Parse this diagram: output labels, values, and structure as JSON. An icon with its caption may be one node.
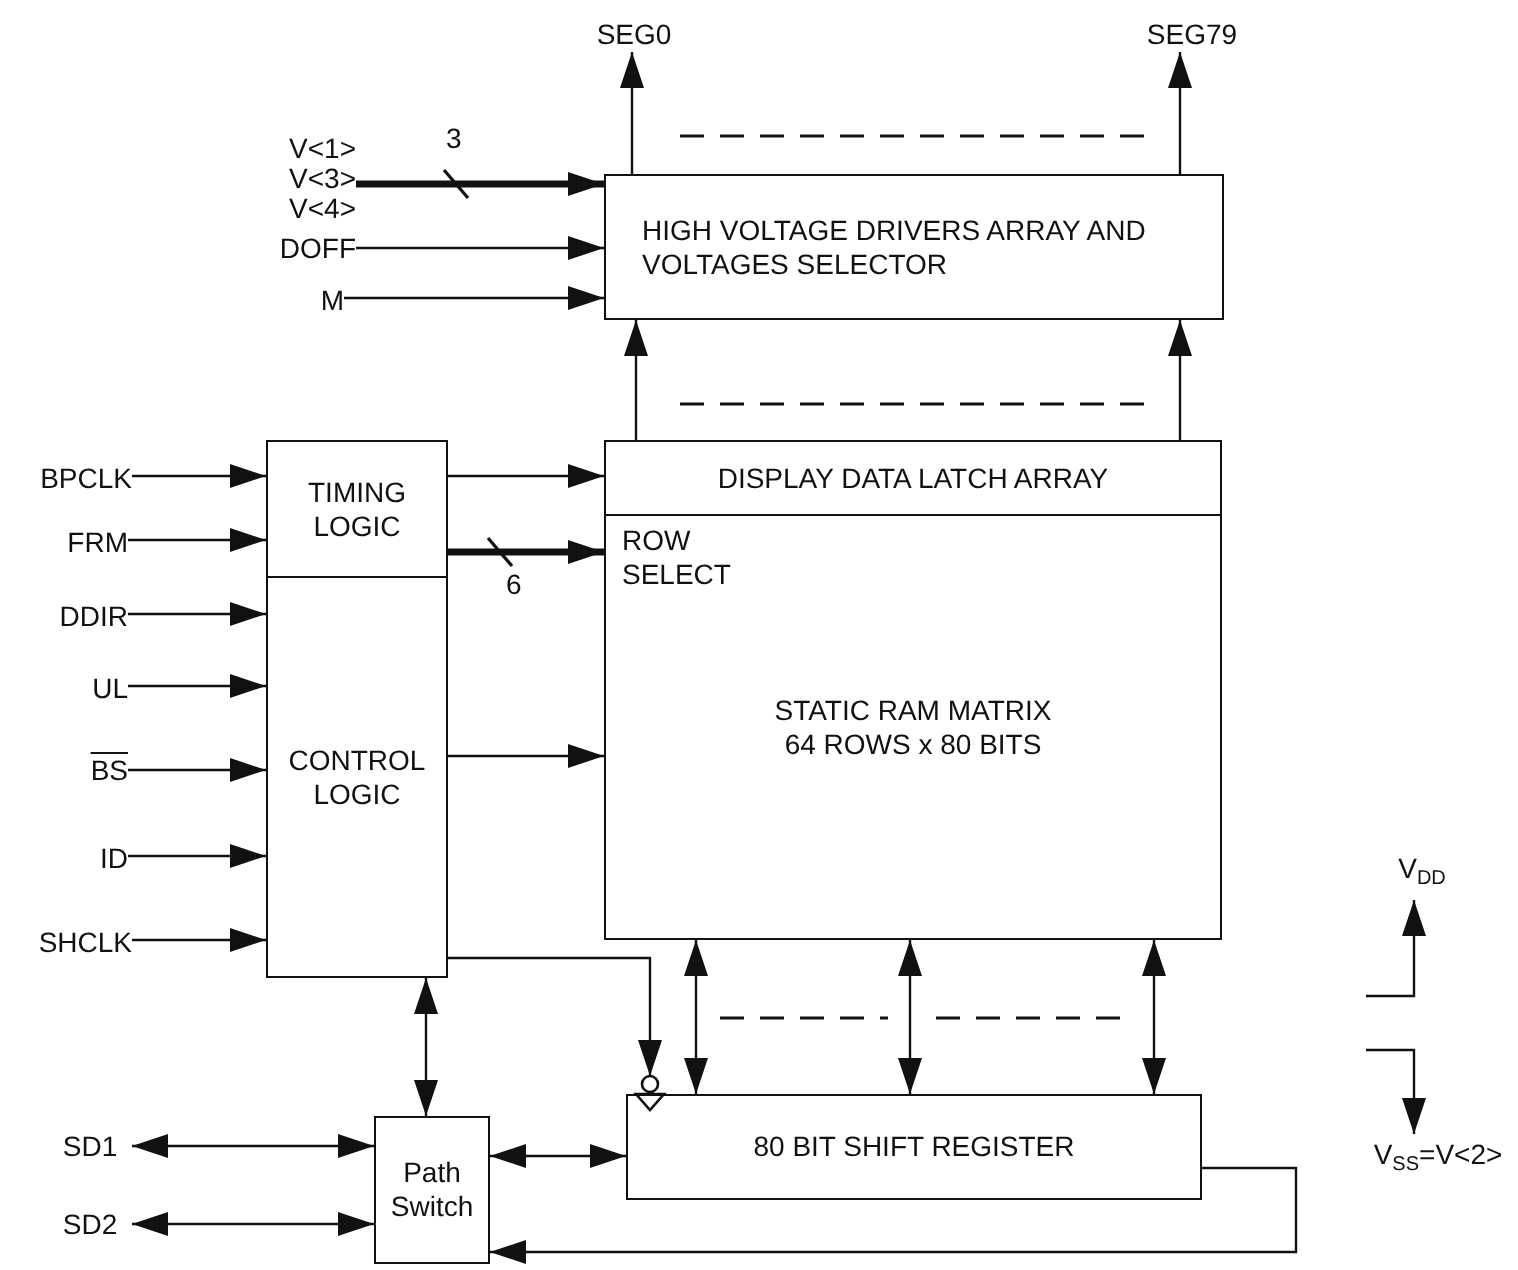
{
  "diagram": {
    "nodes": [
      {
        "text": [
          "SEG0"
        ]
      },
      {
        "text": [
          "SEG79"
        ]
      },
      {
        "text": [
          "V<1>",
          "V<3>",
          "V<4>"
        ]
      },
      {
        "text": [
          "DOFF"
        ]
      },
      {
        "text": [
          "M"
        ]
      },
      {
        "text": [
          "HIGH VOLTAGE DRIVERS ARRAY AND VOLTAGES SELECTOR"
        ]
      },
      {
        "text": [
          "BPCLK"
        ]
      },
      {
        "text": [
          "FRM"
        ]
      },
      {
        "text": [
          "DDIR"
        ]
      },
      {
        "text": [
          "UL"
        ]
      },
      {
        "text": [
          "BS"
        ]
      },
      {
        "text": [
          "ID"
        ]
      },
      {
        "text": [
          "SHCLK"
        ]
      },
      {
        "text": [
          "TIMING LOGIC"
        ]
      },
      {
        "text": [
          "CONTROL LOGIC"
        ]
      },
      {
        "text": [
          "DISPLAY DATA LATCH ARRAY"
        ]
      },
      {
        "text": [
          "ROW SELECT",
          "STATIC RAM MATRIX 64 ROWS x 80 BITS"
        ]
      },
      {
        "text": [
          "80 BIT SHIFT REGISTER"
        ]
      },
      {
        "text": [
          "SD1"
        ]
      },
      {
        "text": [
          "SD2"
        ]
      },
      {
        "text": [
          "Path Switch"
        ]
      },
      {
        "text": [
          "V$_{DD}$"
        ]
      },
      {
        "text": [
          "V$_{SS}$=V<2>"
        ]
      }
    ],
    "edges": [
      {
        "from": 5,
        "to": 0,
        "arrow": "to"
      },
      {
        "from": 5,
        "to": 1,
        "arrow": "to"
      },
      {
        "from": 2,
        "to": 5,
        "arrow": "to",
        "label": "3",
        "style": "thick"
      },
      {
        "from": 3,
        "to": 5,
        "arrow": "to"
      },
      {
        "from": 4,
        "to": 5,
        "arrow": "to"
      },
      {
        "from": 15,
        "to": 5,
        "arrow": "to"
      },
      {
        "from": 15,
        "to": 5,
        "arrow": "to"
      },
      {
        "from": 6,
        "to": 13,
        "arrow": "to"
      },
      {
        "from": 7,
        "to": 13,
        "arrow": "to"
      },
      {
        "from": 8,
        "to": 14,
        "arrow": "to"
      },
      {
        "from": 9,
        "to": 14,
        "arrow": "to"
      },
      {
        "from": 10,
        "to": 14,
        "arrow": "to"
      },
      {
        "from": 11,
        "to": 14,
        "arrow": "to"
      },
      {
        "from": 12,
        "to": 14,
        "arrow": "to"
      },
      {
        "from": 13,
        "to": 15,
        "arrow": "to"
      },
      {
        "from": 13,
        "to": 16,
        "arrow": "to",
        "label": "6",
        "style": "thick"
      },
      {
        "from": 14,
        "to": 16,
        "arrow": "to"
      },
      {
        "from": 14,
        "to": 17,
        "arrow": "to"
      },
      {
        "from": 16,
        "to": 17,
        "arrow": "both"
      },
      {
        "from": 16,
        "to": 17,
        "arrow": "both"
      },
      {
        "from": 16,
        "to": 17,
        "arrow": "both"
      },
      {
        "from": 14,
        "to": 20,
        "arrow": "both"
      },
      {
        "from": 18,
        "to": 20,
        "arrow": "both"
      },
      {
        "from": 19,
        "to": 20,
        "arrow": "both"
      },
      {
        "from": 20,
        "to": 17,
        "arrow": "both"
      },
      {
        "from": 17,
        "to": 20,
        "arrow": "to"
      },
      {
        "from": null,
        "to": 21,
        "arrow": "to"
      },
      {
        "from": null,
        "to": 22,
        "arrow": "to"
      }
    ]
  }
}
